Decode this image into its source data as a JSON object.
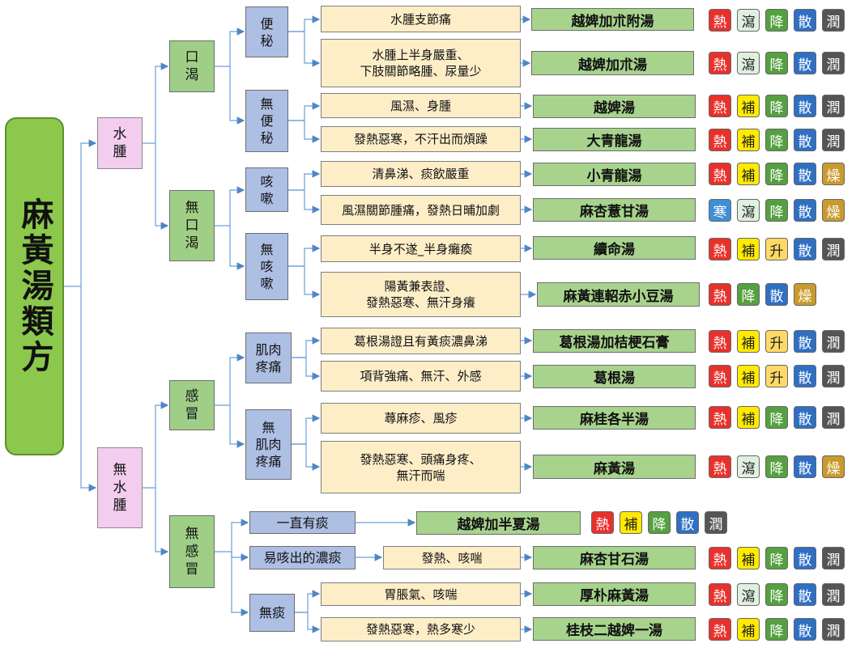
{
  "root": "麻黃湯類方",
  "level1": [
    {
      "id": "shui",
      "label": "水\n腫"
    },
    {
      "id": "wushui",
      "label": "無\n水\n腫"
    }
  ],
  "level2": [
    {
      "id": "kou",
      "label": "口\n渴"
    },
    {
      "id": "wukou",
      "label": "無\n口\n渴"
    },
    {
      "id": "gan",
      "label": "感\n冒"
    },
    {
      "id": "wugan",
      "label": "無\n感\n冒"
    }
  ],
  "level3": [
    {
      "id": "bian",
      "label": "便\n秘"
    },
    {
      "id": "wubian",
      "label": "無\n便\n秘"
    },
    {
      "id": "ke",
      "label": "咳\n嗽"
    },
    {
      "id": "wuke",
      "label": "無\n咳\n嗽"
    },
    {
      "id": "ji",
      "label": "肌肉\n疼痛"
    },
    {
      "id": "wuji",
      "label": "無\n肌肉\n疼痛"
    },
    {
      "id": "yizhi",
      "label": "一直有痰"
    },
    {
      "id": "yike",
      "label": "易咳出的濃痰"
    },
    {
      "id": "wutan",
      "label": "無痰"
    }
  ],
  "rows": [
    {
      "cond": "水腫支節痛",
      "formula": "越婢加朮附湯",
      "tags": [
        "熱",
        "瀉",
        "降",
        "散",
        "潤"
      ]
    },
    {
      "cond": "水腫上半身嚴重、\n下肢關節略腫、尿量少",
      "formula": "越婢加朮湯",
      "tags": [
        "熱",
        "瀉",
        "降",
        "散",
        "潤"
      ]
    },
    {
      "cond": "風濕、身腫",
      "formula": "越婢湯",
      "tags": [
        "熱",
        "補",
        "降",
        "散",
        "潤"
      ]
    },
    {
      "cond": "發熱惡寒，不汗出而煩躁",
      "formula": "大青龍湯",
      "tags": [
        "熱",
        "補",
        "降",
        "散",
        "潤"
      ]
    },
    {
      "cond": "清鼻涕、痰飲嚴重",
      "formula": "小青龍湯",
      "tags": [
        "熱",
        "補",
        "降",
        "散",
        "燥"
      ]
    },
    {
      "cond": "風濕關節腫痛，發熱日晡加劇",
      "formula": "麻杏薏甘湯",
      "tags": [
        "寒",
        "瀉",
        "降",
        "散",
        "燥"
      ]
    },
    {
      "cond": "半身不遂_半身癱瘓",
      "formula": "續命湯",
      "tags": [
        "熱",
        "補",
        "升",
        "散",
        "潤"
      ]
    },
    {
      "cond": "陽黃兼表證、\n發熱惡寒、無汗身癢",
      "formula": "麻黃連軺赤小豆湯",
      "tags": [
        "熱",
        "降",
        "散",
        "燥"
      ]
    },
    {
      "cond": "葛根湯證且有黃痰濃鼻涕",
      "formula": "葛根湯加桔梗石膏",
      "tags": [
        "熱",
        "補",
        "升",
        "散",
        "潤"
      ]
    },
    {
      "cond": "項背強痛、無汗、外感",
      "formula": "葛根湯",
      "tags": [
        "熱",
        "補",
        "升",
        "散",
        "潤"
      ]
    },
    {
      "cond": "蕁麻疹、風疹",
      "formula": "麻桂各半湯",
      "tags": [
        "熱",
        "補",
        "降",
        "散",
        "潤"
      ]
    },
    {
      "cond": "發熱惡寒、頭痛身疼、\n無汗而喘",
      "formula": "麻黃湯",
      "tags": [
        "熱",
        "瀉",
        "降",
        "散",
        "燥"
      ]
    },
    {
      "cond": "",
      "formula": "越婢加半夏湯",
      "tags": [
        "熱",
        "補",
        "降",
        "散",
        "潤"
      ]
    },
    {
      "cond": "發熱、咳喘",
      "formula": "麻杏甘石湯",
      "tags": [
        "熱",
        "補",
        "降",
        "散",
        "潤"
      ]
    },
    {
      "cond": "胃脹氣、咳喘",
      "formula": "厚朴麻黃湯",
      "tags": [
        "熱",
        "瀉",
        "降",
        "散",
        "潤"
      ]
    },
    {
      "cond": "發熱惡寒，熱多寒少",
      "formula": "桂枝二越婢一湯",
      "tags": [
        "熱",
        "補",
        "降",
        "散",
        "潤"
      ]
    }
  ],
  "tag_colors": {
    "熱": {
      "bg": "#e8312b",
      "fg": "#ffffff"
    },
    "寒": {
      "bg": "#3f8ed6",
      "fg": "#ffffff"
    },
    "瀉": {
      "bg": "#dff0df",
      "fg": "#222222"
    },
    "補": {
      "bg": "#ffea00",
      "fg": "#222222"
    },
    "升": {
      "bg": "#ffd966",
      "fg": "#222222"
    },
    "降": {
      "bg": "#55a040",
      "fg": "#ffffff"
    },
    "散": {
      "bg": "#2f6fc4",
      "fg": "#ffffff"
    },
    "潤": {
      "bg": "#555555",
      "fg": "#ffffff"
    },
    "燥": {
      "bg": "#c99a2e",
      "fg": "#ffffff"
    }
  }
}
